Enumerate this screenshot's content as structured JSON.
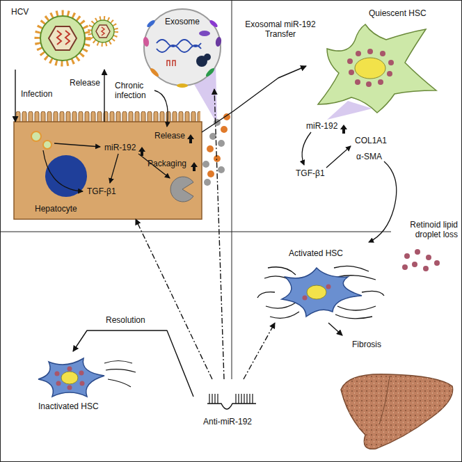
{
  "diagram": {
    "nodes": [
      {
        "text": [
          "HCV"
        ]
      },
      {
        "text": [
          "Exosome"
        ]
      },
      {
        "text": [
          "Quiescent HSC"
        ]
      },
      {
        "text": [
          "Hepatocyte"
        ]
      },
      {
        "text": [
          "Activated HSC"
        ]
      },
      {
        "text": [
          "Fibrosis"
        ]
      },
      {
        "text": [
          "Anti-miR-192"
        ]
      },
      {
        "text": [
          "Inactivated HSC"
        ]
      }
    ],
    "edges": [
      {
        "from": 0,
        "to": 3,
        "label": "Infection",
        "arrow": "to"
      },
      {
        "from": 3,
        "to": 0,
        "label": "Release",
        "arrow": "to"
      },
      {
        "from": 3,
        "to": 2,
        "label": "Exosomal miR-192 Transfer",
        "arrow": "to"
      },
      {
        "from": 6,
        "to": 3,
        "arrow": "to"
      },
      {
        "from": 6,
        "to": 1,
        "arrow": "to"
      },
      {
        "from": 6,
        "to": 4,
        "arrow": "to"
      },
      {
        "from": 6,
        "to": 7,
        "label": "Resolution",
        "arrow": "to"
      },
      {
        "from": 4,
        "to": 5,
        "arrow": "to"
      }
    ],
    "labels": [
      "miR-192",
      "TGF-β1",
      "Chronic infection",
      "Release",
      "Packaging",
      "miR-192",
      "COL1A1",
      "α-SMA",
      "TGF-β1",
      "Retinoid lipid droplet loss"
    ]
  }
}
